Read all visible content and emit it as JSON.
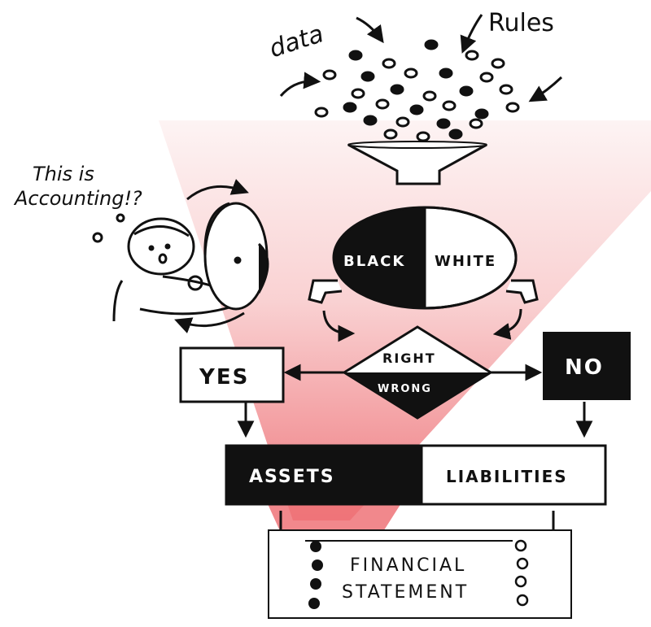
{
  "labels": {
    "data": "data",
    "rules": "Rules",
    "speech_line1": "This is",
    "speech_line2": "Accounting!?",
    "black": "BLACK",
    "white": "WHITE",
    "right": "RIGHT",
    "wrong": "WRONG",
    "yes": "YES",
    "no": "NO",
    "assets": "ASSETS",
    "liabilities": "LIABILITIES",
    "statement_line1": "FINANCIAL",
    "statement_line2": "STATEMENT"
  },
  "colors": {
    "ink": "#111111",
    "background": "#ffffff",
    "funnel_top": "#fde9e9",
    "funnel_bottom": "#ef7f82"
  }
}
